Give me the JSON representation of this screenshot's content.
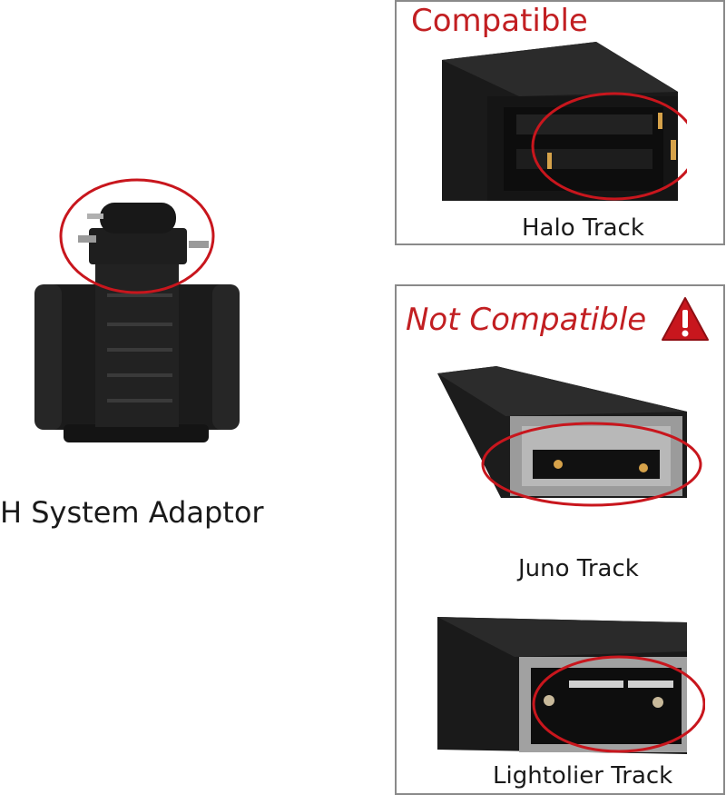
{
  "adaptor": {
    "caption": "H System Adaptor"
  },
  "compatible_panel": {
    "heading": "Compatible",
    "tracks": [
      {
        "caption": "Halo Track"
      }
    ]
  },
  "not_compatible_panel": {
    "heading": "Not Compatible",
    "warning_icon": "warning-triangle-icon",
    "tracks": [
      {
        "caption": "Juno Track"
      },
      {
        "caption": "Lightolier Track"
      }
    ]
  },
  "colors": {
    "heading_red": "#c21f22",
    "circle_red": "#c8161d",
    "panel_border": "#8a8a8a",
    "track_black": "#1c1c1c"
  }
}
